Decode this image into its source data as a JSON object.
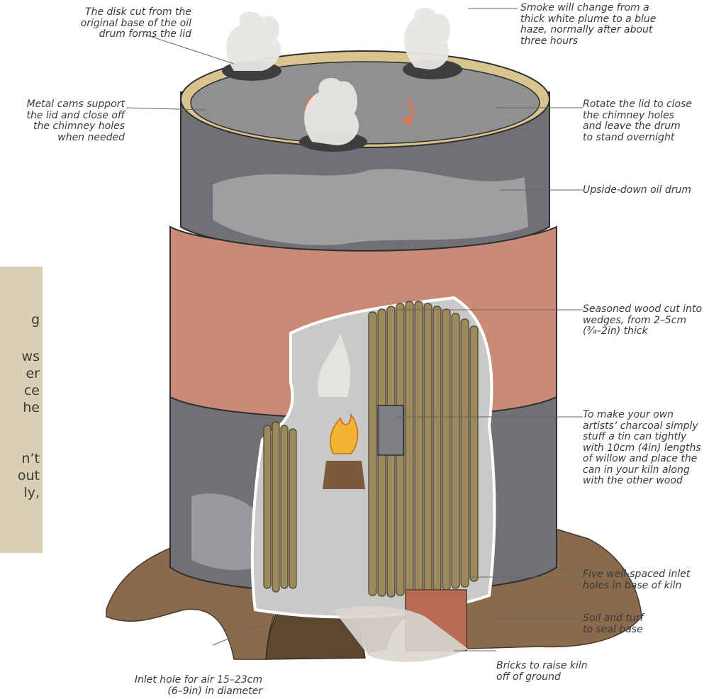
{
  "labels": {
    "lid": "The disk cut from the\noriginal base of the oil\ndrum forms the lid",
    "smoke": "Smoke will change from a\nthick white plume to a blue\nhaze, normally after about\nthree hours",
    "cams": "Metal cams support\nthe lid and close off\nthe chimney holes\nwhen needed",
    "rotate": "Rotate the lid to close\nthe chimney holes\nand leave the drum\nto stand overnight",
    "drum": "Upside-down oil drum",
    "wood": "Seasoned wood cut into\nwedges, from 2–5cm\n(¾–2in) thick",
    "charcoal": "To make your own\nartists’ charcoal simply\nstuff a tin can tightly\nwith 10cm (4in) lengths\nof willow and place the\ncan in your kiln along\nwith the other wood",
    "inlet_holes": "Five well-spaced inlet\nholes in base of kiln",
    "soil": "Soil and turf\nto seal base",
    "bricks": "Bricks to raise kiln\noff of ground",
    "air_inlet": "Inlet hole for air 15–23cm\n(6–9in) in diameter"
  },
  "sidebar_fragments": [
    "g",
    "ws",
    "er",
    "ce",
    "he",
    "n’t",
    "out",
    "ly,"
  ],
  "colors": {
    "drum": "#6f7175",
    "drum_light": "#a9abad",
    "band": "#c98a76",
    "soil": "#8a6a4c",
    "wood": "#9c8a5c",
    "interior": "#c9c9c7",
    "sidebar": "#d9cfb4",
    "arrow": "#e2705a"
  }
}
